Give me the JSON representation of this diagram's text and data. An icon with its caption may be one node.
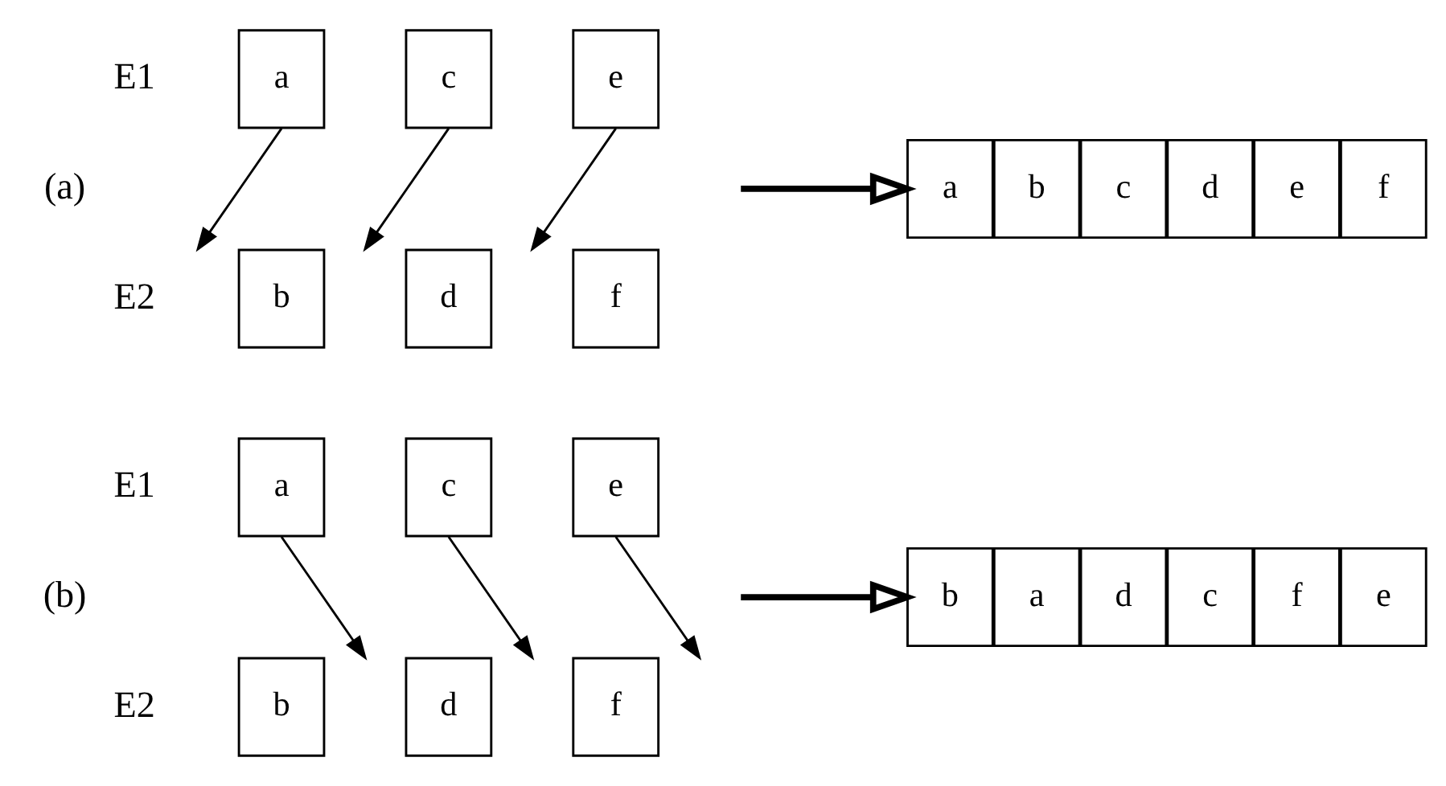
{
  "diagram": {
    "nodes": [
      {
        "text": [
          "a"
        ]
      },
      {
        "text": [
          "c"
        ]
      },
      {
        "text": [
          "e"
        ]
      },
      {
        "text": [
          "b"
        ]
      },
      {
        "text": [
          "d"
        ]
      },
      {
        "text": [
          "f"
        ]
      },
      {
        "text": [
          "a"
        ]
      },
      {
        "text": [
          "b"
        ]
      },
      {
        "text": [
          "c"
        ]
      },
      {
        "text": [
          "d"
        ]
      },
      {
        "text": [
          "e"
        ]
      },
      {
        "text": [
          "f"
        ]
      },
      {
        "text": [
          "a"
        ]
      },
      {
        "text": [
          "c"
        ]
      },
      {
        "text": [
          "e"
        ]
      },
      {
        "text": [
          "b"
        ]
      },
      {
        "text": [
          "d"
        ]
      },
      {
        "text": [
          "f"
        ]
      },
      {
        "text": [
          "b"
        ]
      },
      {
        "text": [
          "a"
        ]
      },
      {
        "text": [
          "d"
        ]
      },
      {
        "text": [
          "c"
        ]
      },
      {
        "text": [
          "f"
        ]
      },
      {
        "text": [
          "e"
        ]
      }
    ],
    "edges": [
      {
        "from": 0,
        "to": null,
        "arrow": "to"
      },
      {
        "from": 1,
        "to": null,
        "arrow": "to"
      },
      {
        "from": 2,
        "to": null,
        "arrow": "to"
      },
      {
        "from": null,
        "to": 6,
        "arrow": "to",
        "style": "thick"
      },
      {
        "from": 12,
        "to": null,
        "arrow": "to"
      },
      {
        "from": 13,
        "to": null,
        "arrow": "to"
      },
      {
        "from": 14,
        "to": null,
        "arrow": "to"
      },
      {
        "from": null,
        "to": 18,
        "arrow": "to",
        "style": "thick"
      }
    ],
    "labels": [
      "E1",
      "(a)",
      "E2",
      "E1",
      "(b)",
      "E2"
    ]
  }
}
